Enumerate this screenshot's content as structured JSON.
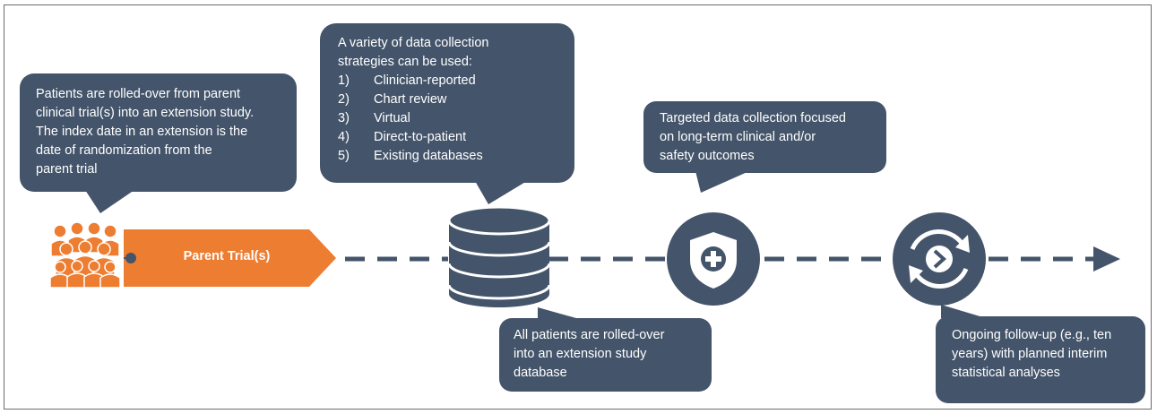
{
  "callouts": {
    "parent": {
      "lines": [
        "Patients are rolled-over from parent",
        "clinical trial(s) into an extension study.",
        "The index date in an extension is the",
        "date of randomization from the",
        "parent trial"
      ]
    },
    "strategies": {
      "intro": [
        "A variety of data collection",
        "strategies can be used:"
      ],
      "items": [
        {
          "num": "1)",
          "label": "Clinician-reported"
        },
        {
          "num": "2)",
          "label": "Chart review"
        },
        {
          "num": "3)",
          "label": "Virtual"
        },
        {
          "num": "4)",
          "label": "Direct-to-patient"
        },
        {
          "num": "5)",
          "label": "Existing databases"
        }
      ]
    },
    "targeted": {
      "lines": [
        "Targeted data collection focused",
        "on long-term clinical and/or",
        "safety outcomes"
      ]
    },
    "database": {
      "lines": [
        "All patients are rolled-over",
        "into an extension study",
        "database"
      ]
    },
    "followup": {
      "lines": [
        "Ongoing follow-up (e.g., ten",
        "years) with planned interim",
        "statistical analyses"
      ]
    }
  },
  "parent_trial_label": "Parent Trial(s)",
  "colors": {
    "dark": "#44546a",
    "orange": "#ed7d31",
    "white": "#ffffff"
  },
  "icons": [
    "people-group-icon",
    "database-icon",
    "shield-plus-icon",
    "cycle-arrow-icon",
    "arrowhead-icon"
  ]
}
